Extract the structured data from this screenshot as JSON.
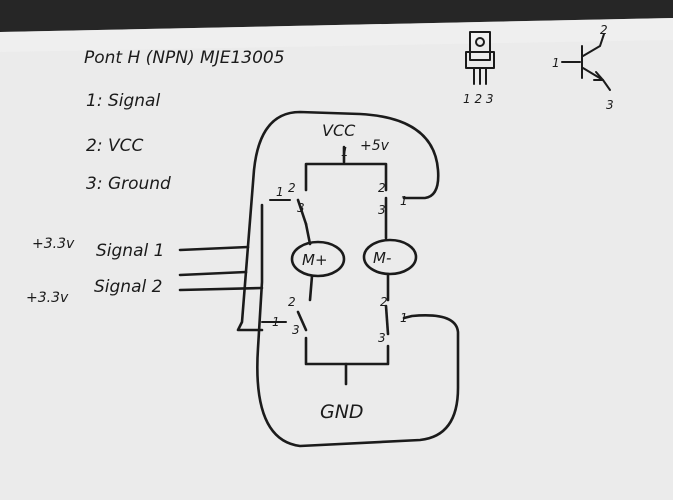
{
  "diagram": {
    "title": "Pont H (NPN) MJE13005",
    "pin_legend": [
      "1: Signal",
      "2: VCC",
      "3: Ground"
    ],
    "vcc_label": "VCC",
    "vcc_value": "+5v",
    "gnd_label": "GND",
    "inputs": [
      {
        "voltage": "+3.3v",
        "name": "Signal 1"
      },
      {
        "voltage": "+3.3v",
        "name": "Signal 2"
      }
    ],
    "motor_plus": "M+",
    "motor_minus": "M-",
    "package_pins": "1 2 3",
    "symbol_pins": {
      "base": "1",
      "collector": "2",
      "emitter": "3"
    },
    "transistor_pins": {
      "top_left": {
        "base": "1",
        "collector": "2",
        "emitter": "3"
      },
      "top_right": {
        "base": "1",
        "collector": "2",
        "emitter": "3"
      },
      "bottom_left": {
        "base": "1",
        "collector": "2",
        "emitter": "3"
      },
      "bottom_right": {
        "base": "1",
        "collector": "2",
        "emitter": "3"
      }
    },
    "vcc_tap_pin": "1"
  }
}
